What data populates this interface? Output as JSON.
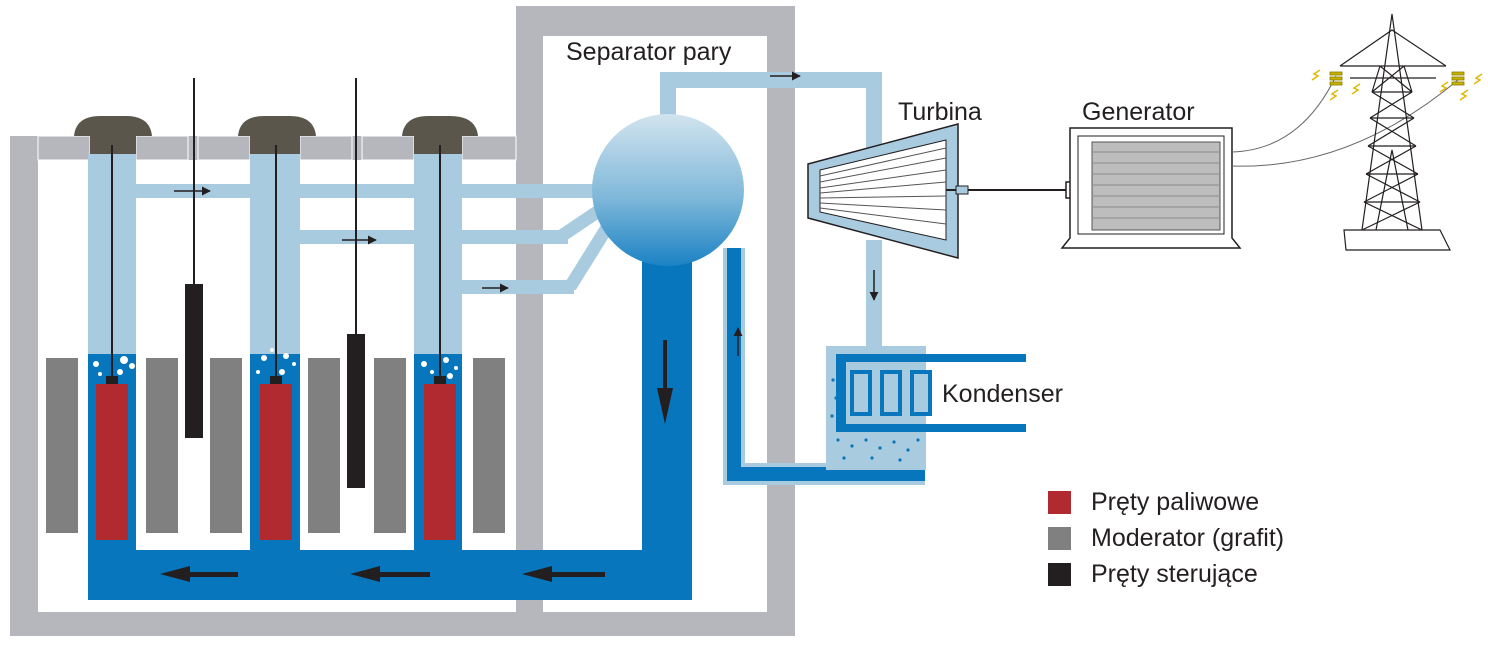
{
  "labels": {
    "separator": "Separator pary",
    "turbine": "Turbina",
    "generator": "Generator",
    "condenser": "Kondenser"
  },
  "legend": [
    {
      "label": "Pręty paliwowe",
      "color": "#b02a30"
    },
    {
      "label": "Moderator (grafit)",
      "color": "#808080"
    },
    {
      "label": "Pręty sterujące",
      "color": "#231f20"
    }
  ],
  "colors": {
    "water": "#0876bd",
    "steam": "#a9cbe0",
    "concrete": "#b5b7bc",
    "cap": "#5a564c"
  }
}
